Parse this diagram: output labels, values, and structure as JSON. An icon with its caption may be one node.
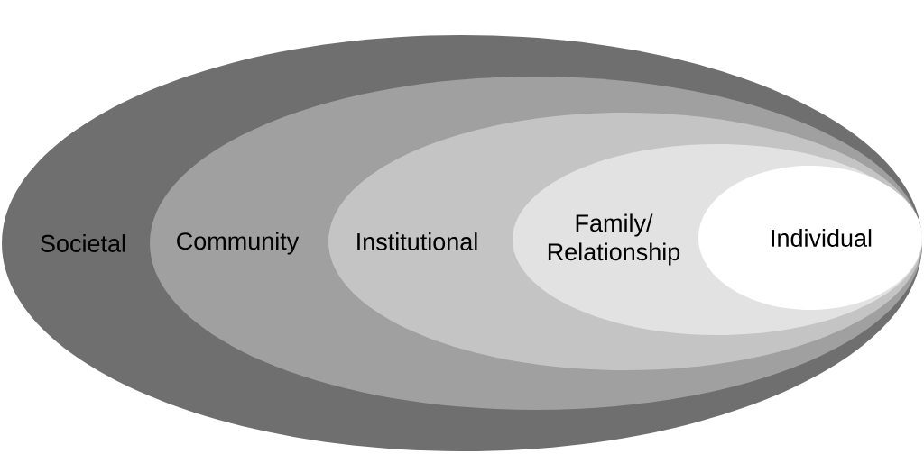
{
  "diagram": {
    "nodes": [
      {
        "text": [
          "Societal"
        ]
      },
      {
        "text": [
          "Community"
        ],
        "in": 0
      },
      {
        "text": [
          "Institutional"
        ],
        "in": 1
      },
      {
        "text": [
          "Family/ Relationship"
        ],
        "in": 2
      },
      {
        "text": [
          "Individual"
        ],
        "in": 3
      }
    ]
  }
}
